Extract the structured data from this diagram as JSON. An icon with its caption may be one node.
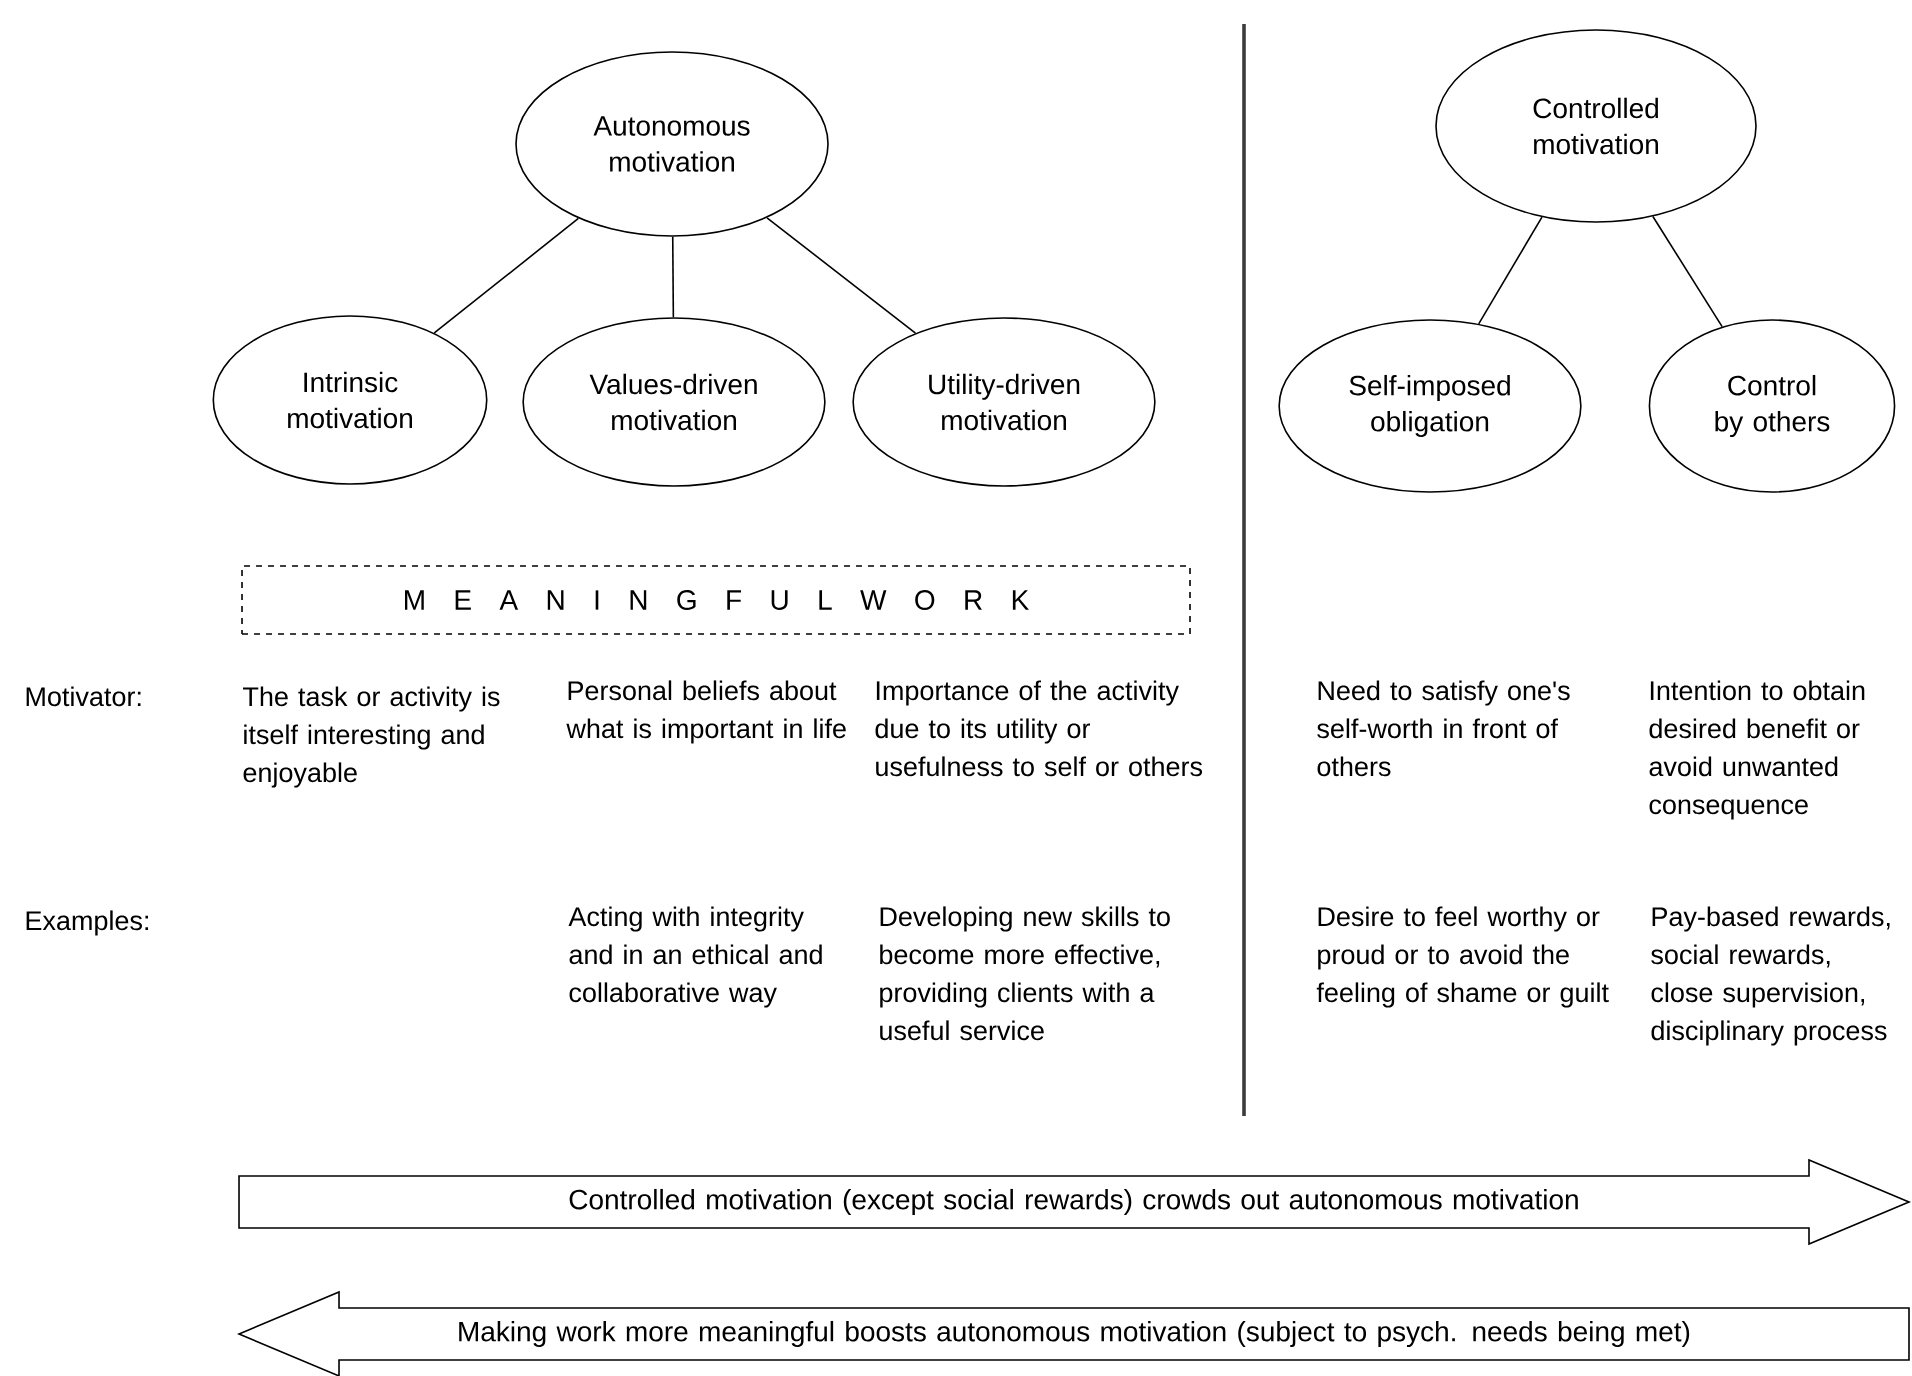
{
  "diagram": {
    "nodes": [
      {
        "text": [
          "Autonomous motivation"
        ]
      },
      {
        "text": [
          "Intrinsic motivation"
        ]
      },
      {
        "text": [
          "Values-driven motivation"
        ]
      },
      {
        "text": [
          "Utility-driven motivation"
        ]
      },
      {
        "text": [
          "Controlled motivation"
        ]
      },
      {
        "text": [
          "Self-imposed obligation"
        ]
      },
      {
        "text": [
          "Control by others"
        ]
      },
      {
        "text": [
          "M E A N I N G F U L W O R K"
        ]
      },
      {
        "text": [
          "Controlled motivation (except social rewards) crowds out autonomous motivation"
        ]
      },
      {
        "text": [
          "Making work more meaningful boosts autonomous motivation  (subject to psych. needs being met)"
        ]
      }
    ],
    "edges": [
      {
        "from": 0,
        "to": 1,
        "arrow": "none"
      },
      {
        "from": 0,
        "to": 2,
        "arrow": "none"
      },
      {
        "from": 0,
        "to": 3,
        "arrow": "none"
      },
      {
        "from": 4,
        "to": 5,
        "arrow": "none"
      },
      {
        "from": 4,
        "to": 6,
        "arrow": "none"
      }
    ],
    "labels": [
      "Motivator:",
      "The task or activity is itself interesting and enjoyable",
      "Personal beliefs about what is important in life",
      "Importance of the activity due to its utility or usefulness to self or others",
      "Need to satisfy one's self-worth in front of others",
      "Intention to obtain desired benefit or avoid unwanted consequence",
      "Examples:",
      "Acting with integrity and in an ethical and collaborative way",
      "Developing new skills to become more effective, providing clients with a useful service",
      "Desire to feel worthy or proud or to avoid the feeling of shame or guilt",
      "Pay-based rewards, social rewards, close supervision, disciplinary process"
    ]
  }
}
